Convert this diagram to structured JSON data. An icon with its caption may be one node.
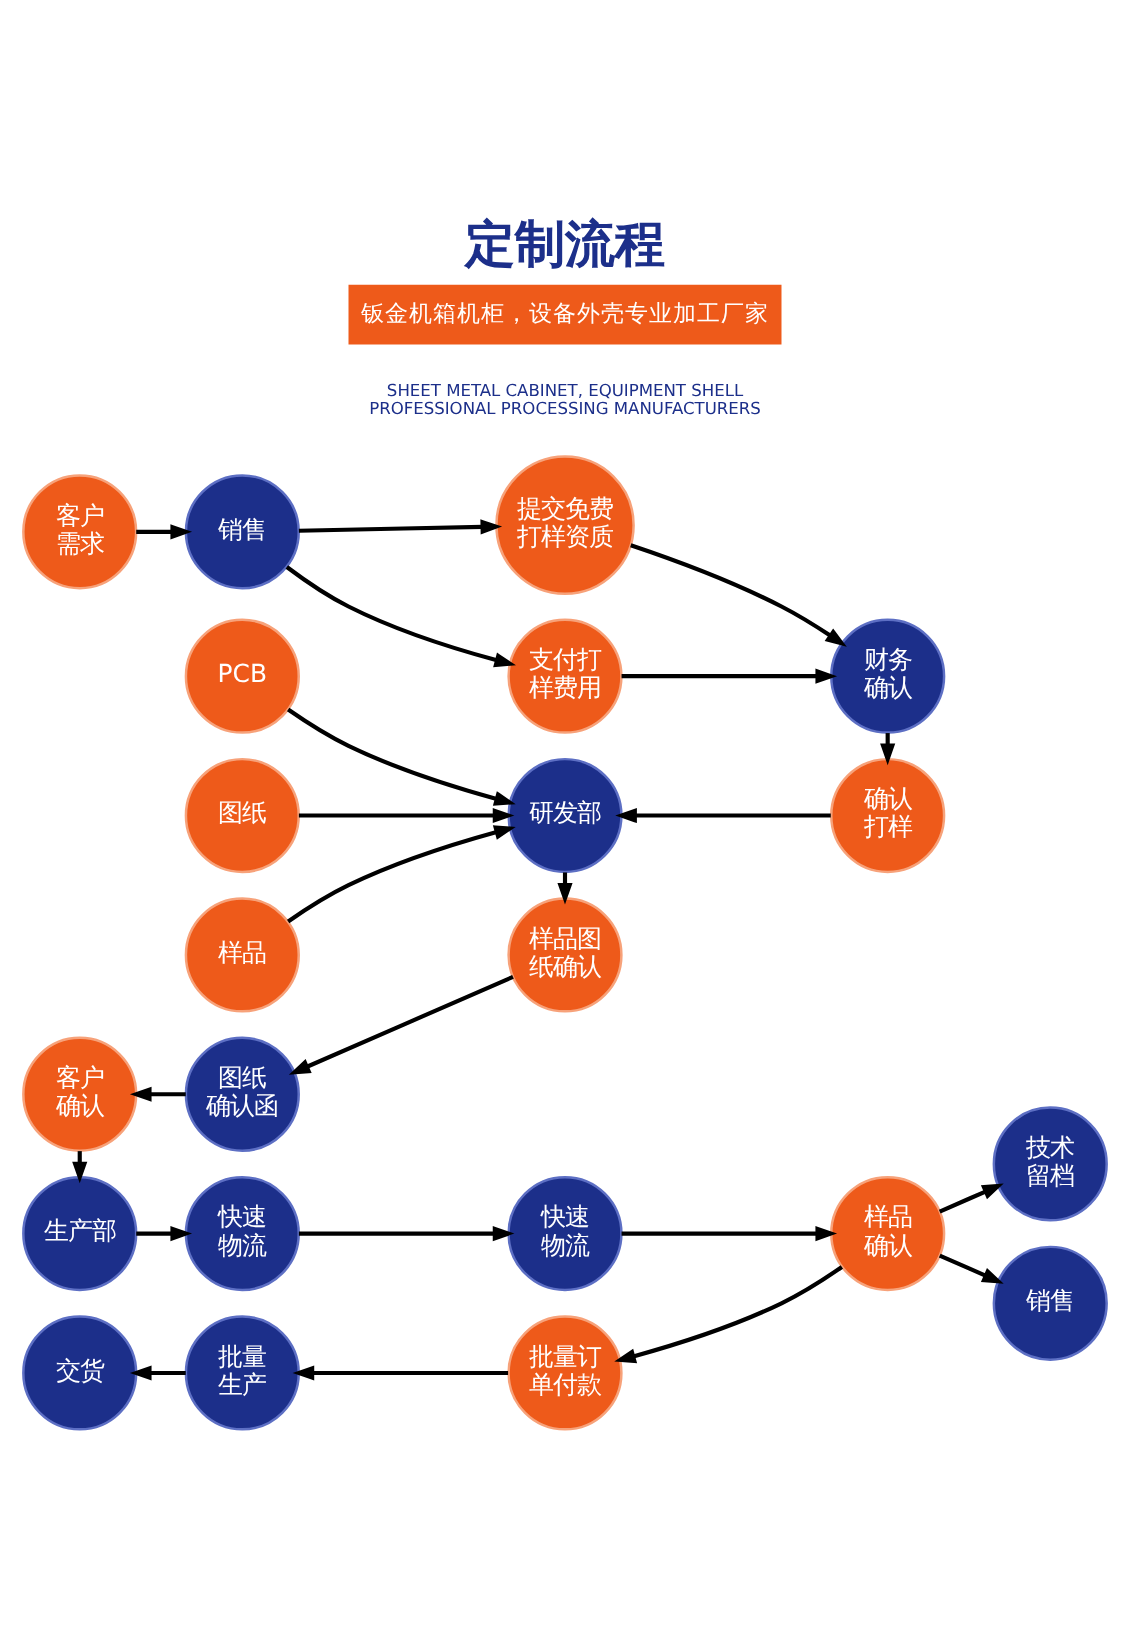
{
  "diagram": {
    "title": "定制流程",
    "nodes": [
      {
        "text": [
          "客户需求"
        ]
      },
      {
        "text": [
          "销售"
        ]
      },
      {
        "text": [
          "提交免费打样资质"
        ]
      },
      {
        "text": [
          "支付打样费用"
        ]
      },
      {
        "text": [
          "财务确认"
        ]
      },
      {
        "text": [
          "PCB"
        ]
      },
      {
        "text": [
          "图纸"
        ]
      },
      {
        "text": [
          "样品"
        ]
      },
      {
        "text": [
          "研发部"
        ]
      },
      {
        "text": [
          "确认打样"
        ]
      },
      {
        "text": [
          "客户确认"
        ]
      },
      {
        "text": [
          "图纸确认函"
        ]
      },
      {
        "text": [
          "样品图纸确认"
        ]
      },
      {
        "text": [
          "技术留档"
        ]
      },
      {
        "text": [
          "销售"
        ]
      },
      {
        "text": [
          "生产部"
        ]
      },
      {
        "text": [
          "快速物流"
        ]
      },
      {
        "text": [
          "快速物流"
        ]
      },
      {
        "text": [
          "样品确认"
        ]
      },
      {
        "text": [
          "交货"
        ]
      },
      {
        "text": [
          "批量生产"
        ]
      },
      {
        "text": [
          "批量订单付款"
        ]
      }
    ],
    "edges": [
      {
        "from": 0,
        "to": 1,
        "arrow": "to"
      },
      {
        "from": 1,
        "to": 2,
        "arrow": "to"
      },
      {
        "from": 1,
        "to": 3,
        "arrow": "to"
      },
      {
        "from": 2,
        "to": 4,
        "arrow": "to"
      },
      {
        "from": 3,
        "to": 4,
        "arrow": "to"
      },
      {
        "from": 4,
        "to": 9,
        "arrow": "to"
      },
      {
        "from": 5,
        "to": 8,
        "arrow": "to"
      },
      {
        "from": 6,
        "to": 8,
        "arrow": "to"
      },
      {
        "from": 7,
        "to": 8,
        "arrow": "to"
      },
      {
        "from": 9,
        "to": 8,
        "arrow": "to"
      },
      {
        "from": 8,
        "to": 12,
        "arrow": "to"
      },
      {
        "from": 12,
        "to": 11,
        "arrow": "to"
      },
      {
        "from": 11,
        "to": 10,
        "arrow": "to"
      },
      {
        "from": 10,
        "to": 15,
        "arrow": "to"
      },
      {
        "from": 15,
        "to": 16,
        "arrow": "to"
      },
      {
        "from": 16,
        "to": 17,
        "arrow": "to"
      },
      {
        "from": 17,
        "to": 18,
        "arrow": "to"
      },
      {
        "from": 18,
        "to": 13,
        "arrow": "to"
      },
      {
        "from": 18,
        "to": 14,
        "arrow": "to"
      },
      {
        "from": 18,
        "to": 21,
        "arrow": "to"
      },
      {
        "from": 21,
        "to": 20,
        "arrow": "to"
      },
      {
        "from": 20,
        "to": 19,
        "arrow": "to"
      }
    ],
    "labels": [
      "钣金机箱机柜，设备外壳专业加工厂家",
      "SHEET METAL CABINET, EQUIPMENT SHELL PROFESSIONAL PROCESSING MANUFACTURERS"
    ]
  }
}
